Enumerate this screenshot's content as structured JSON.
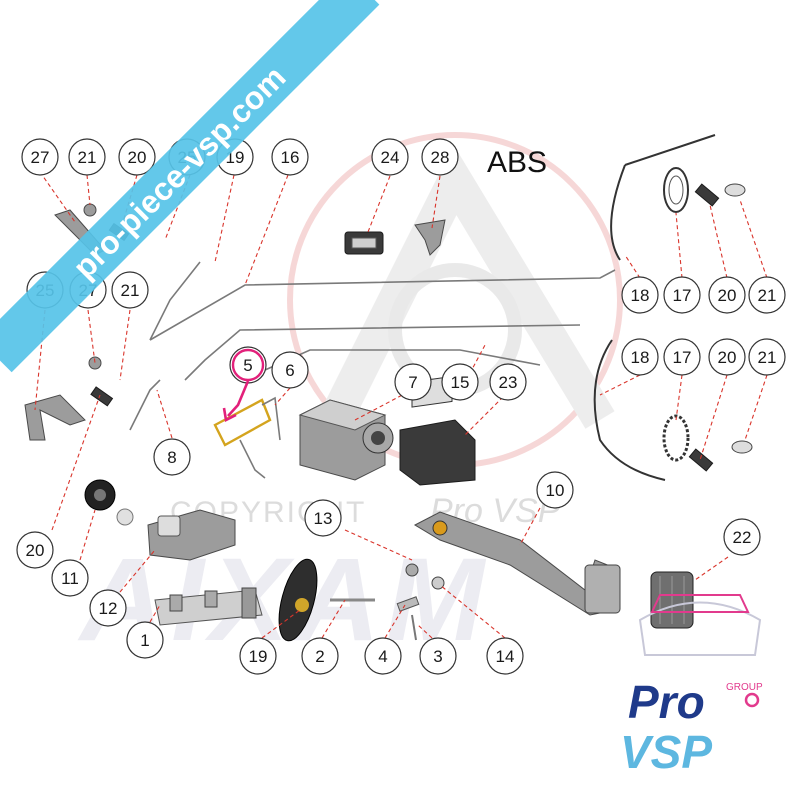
{
  "banner": {
    "text": "pro-piece-vsp.com",
    "color": "#56c3e8"
  },
  "section_label": "ABS",
  "watermarks": {
    "copyright": "COPYRIGHT",
    "brand": "Pro VSP",
    "maker": "AIXAM"
  },
  "logo": {
    "group": "GROUP",
    "line1": "Pro",
    "line2": "VSP",
    "primary_color": "#1f3a8a",
    "accent_color": "#e23a8d"
  },
  "highlight_color": "#e2207a",
  "callouts": [
    "27",
    "21",
    "20",
    "25",
    "19",
    "16",
    "24",
    "28",
    "25",
    "27",
    "21",
    "18",
    "17",
    "20",
    "21",
    "5",
    "6",
    "7",
    "15",
    "23",
    "18",
    "17",
    "20",
    "21",
    "8",
    "10",
    "13",
    "20",
    "11",
    "12",
    "22",
    "1",
    "19",
    "2",
    "4",
    "3",
    "14"
  ],
  "parts": {
    "master_cylinder": "master-cylinder",
    "abs_unit": "abs-hydraulic-unit",
    "pedal": "brake-pedal",
    "servo": "brake-servo",
    "reservoir": "brake-fluid-reservoir"
  }
}
